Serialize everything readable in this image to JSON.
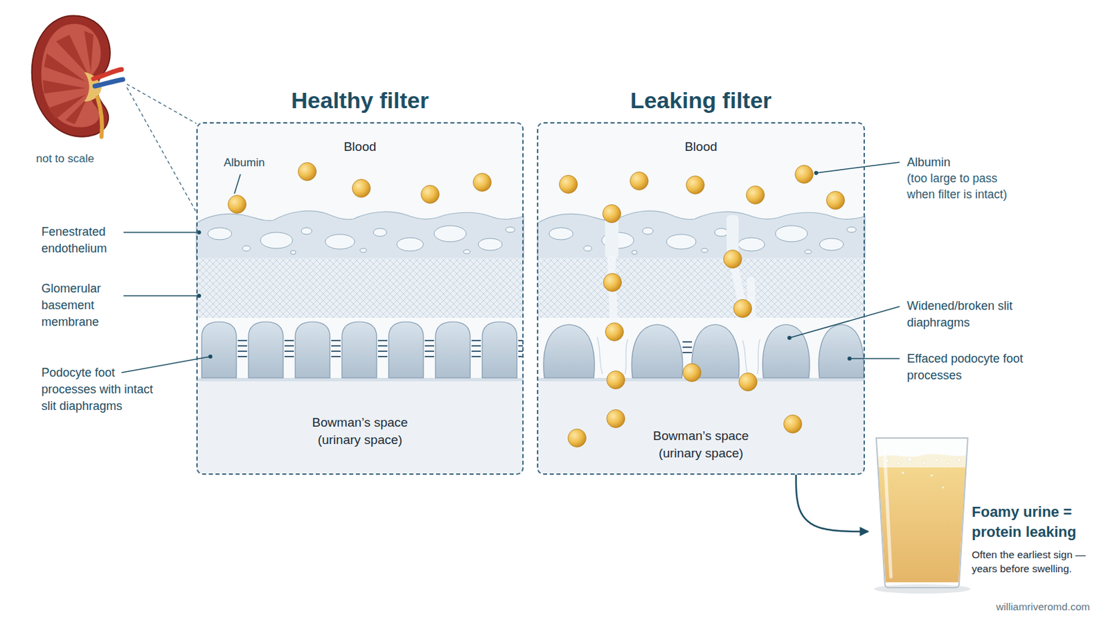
{
  "diagram": {
    "nodes": [
      {
        "text": [
          "Healthy filter",
          "Blood",
          "Bowman’s space (urinary space)"
        ]
      },
      {
        "text": [
          "Leaking filter",
          "Blood",
          "Bowman’s space (urinary space)"
        ]
      },
      {
        "text": [
          "Foamy urine = protein leaking",
          "Often the earliest sign — years before swelling."
        ]
      }
    ],
    "edges": [
      {
        "from": 1,
        "to": 2,
        "arrow": "to"
      }
    ],
    "labels": [
      "not to scale",
      "Albumin",
      "Fenestrated endothelium",
      "Glomerular basement membrane",
      "Podocyte foot processes with intact slit diaphragms",
      "Albumin",
      "(too large to pass when filter is intact)",
      "Widened/broken slit diaphragms",
      "Effaced podocyte foot processes",
      "williamriveromd.com"
    ]
  }
}
